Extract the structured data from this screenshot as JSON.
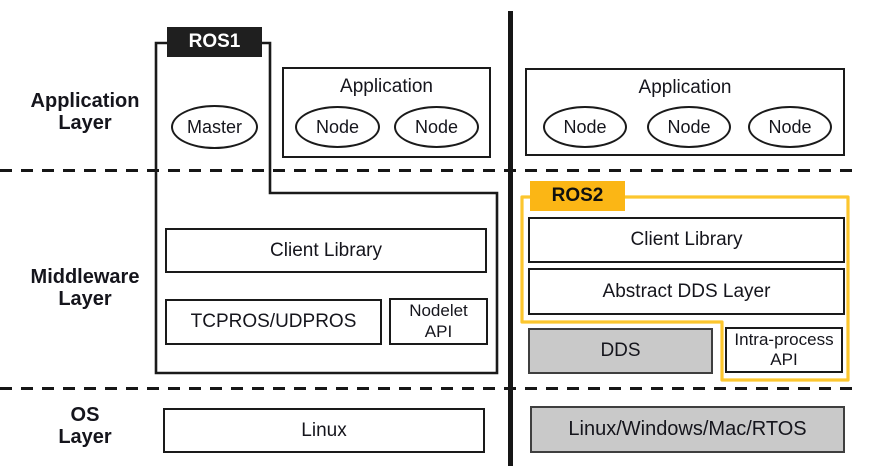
{
  "colors": {
    "line_black": "#1a1a1a",
    "ros1_tab_bg": "#1f1f1f",
    "ros1_tab_text": "#ffffff",
    "ros2_tab_bg": "#fbb615",
    "ros2_outline": "#fcc62e",
    "gray_fill": "#c9c9c9",
    "gray_border": "#3f3f3f"
  },
  "layer_labels": [
    {
      "line1": "Application",
      "line2": "Layer"
    },
    {
      "line1": "Middleware",
      "line2": "Layer"
    },
    {
      "line1": "OS",
      "line2": "Layer"
    }
  ],
  "ros1": {
    "tag": "ROS1",
    "master_label": "Master",
    "application": {
      "title": "Application",
      "nodes": [
        "Node",
        "Node"
      ]
    },
    "client_library": "Client Library",
    "transport": "TCPROS/UDPROS",
    "nodelet_api": {
      "line1": "Nodelet",
      "line2": "API"
    },
    "os": "Linux"
  },
  "ros2": {
    "tag": "ROS2",
    "application": {
      "title": "Application",
      "nodes": [
        "Node",
        "Node",
        "Node"
      ]
    },
    "client_library": "Client Library",
    "abstract_dds": "Abstract DDS Layer",
    "dds": "DDS",
    "intra_process_api": {
      "line1": "Intra-process",
      "line2": "API"
    },
    "os": "Linux/Windows/Mac/RTOS"
  }
}
